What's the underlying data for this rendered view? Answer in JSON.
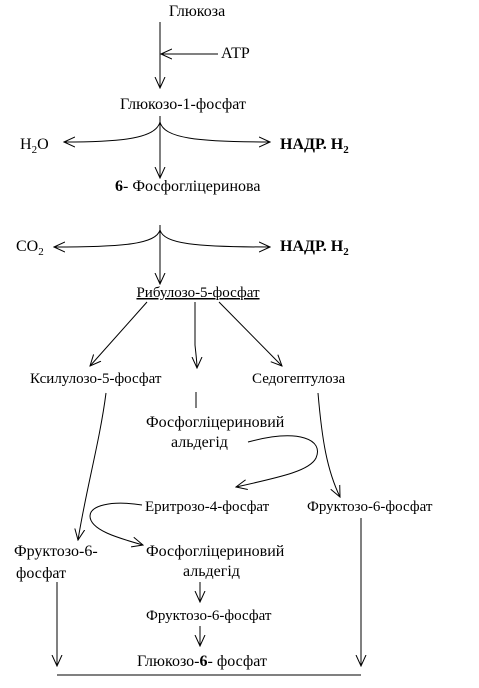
{
  "nodes": {
    "glucose": "Глюкоза",
    "atp": "АТР",
    "g1p": "Глюкозо-1-фосфат",
    "water_h": "H",
    "water_sub": "2",
    "water_o": "O",
    "nadp1": "НАДР. H",
    "nadp1_sub": "2",
    "pgluc_prefix": "6",
    "pgluc": "- Фосфоглiцеринова",
    "co2_c": "CO",
    "co2_sub": "2",
    "nadp2": "НАДР. H",
    "nadp2_sub": "2",
    "ribulose": "Рибулозо-5-фосфат",
    "xylulose": "Ксилулозо-5-фосфат",
    "sedoheptulose": "Седогептулоза",
    "pga1_line1": "Фосфоглiцериновий",
    "pga1_line2": "альдегiд",
    "erythrose": "Еритрозо-4-фосфат",
    "f6p_right": "Фруктозо-6-фосфат",
    "f6p_left_line1": "Фруктозо-6-",
    "f6p_left_line2": "фосфат",
    "pga2_line1": "Фосфоглiцериновий",
    "pga2_line2": "альдегiд",
    "f6p_center": "Фруктозо-6-фосфат",
    "g6p_a": "Глюкозо-",
    "g6p_b": "6",
    "g6p_c": "- фосфат"
  }
}
